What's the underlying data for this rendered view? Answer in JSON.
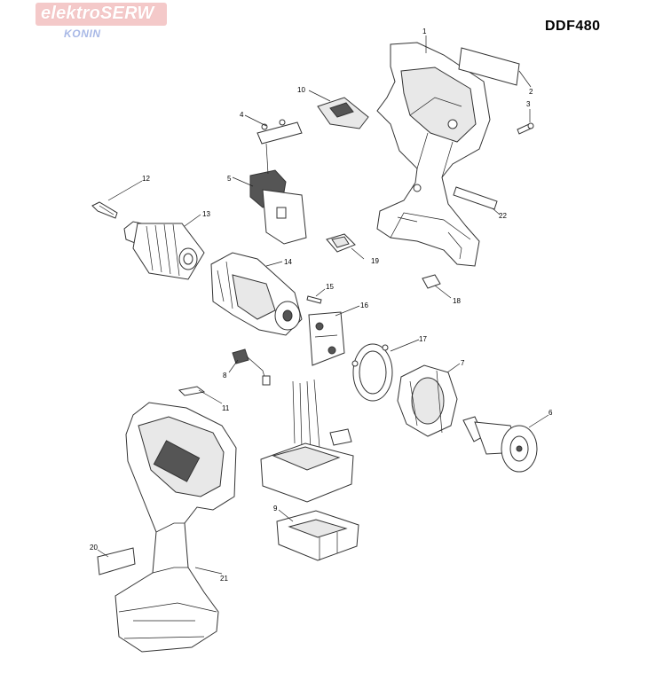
{
  "header": {
    "logo_text": "elektroSERW",
    "logo_subtext": "KONIN",
    "model": "DDF480"
  },
  "callouts": [
    "1",
    "2",
    "3",
    "4",
    "5",
    "6",
    "7",
    "8",
    "9",
    "10",
    "11",
    "12",
    "13",
    "14",
    "15",
    "16",
    "17",
    "18",
    "19",
    "20",
    "21",
    "22"
  ],
  "colors": {
    "logo_bg": "#f4c9c9",
    "logo_sub": "#a8b8e6",
    "line": "#222222"
  }
}
